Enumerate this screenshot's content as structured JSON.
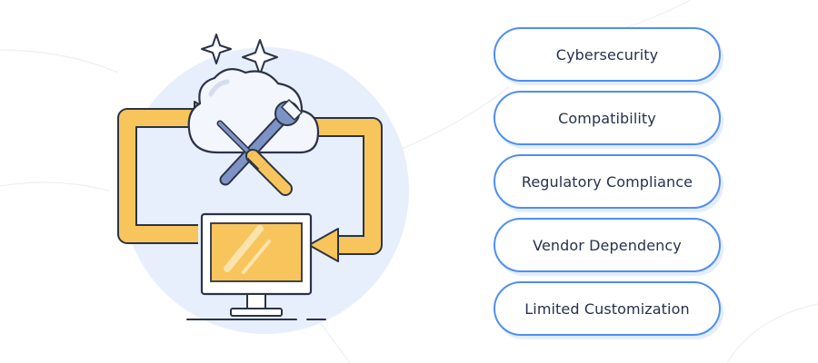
{
  "illustration": {
    "icons": [
      "sparkle-icon",
      "cloud-icon",
      "wrench-icon",
      "screwdriver-icon",
      "monitor-icon",
      "sync-arrows-icon"
    ],
    "colors": {
      "circle_bg": "#e8effc",
      "outline": "#2b3348",
      "accent_yellow": "#f7c55b",
      "cloud_fill": "#f3f6fd",
      "screw_blue": "#7d93c5",
      "pill_border": "#4d8ef7"
    }
  },
  "challenges": {
    "items": [
      {
        "label": "Cybersecurity"
      },
      {
        "label": "Compatibility"
      },
      {
        "label": "Regulatory Compliance"
      },
      {
        "label": "Vendor Dependency"
      },
      {
        "label": "Limited Customization"
      }
    ]
  }
}
